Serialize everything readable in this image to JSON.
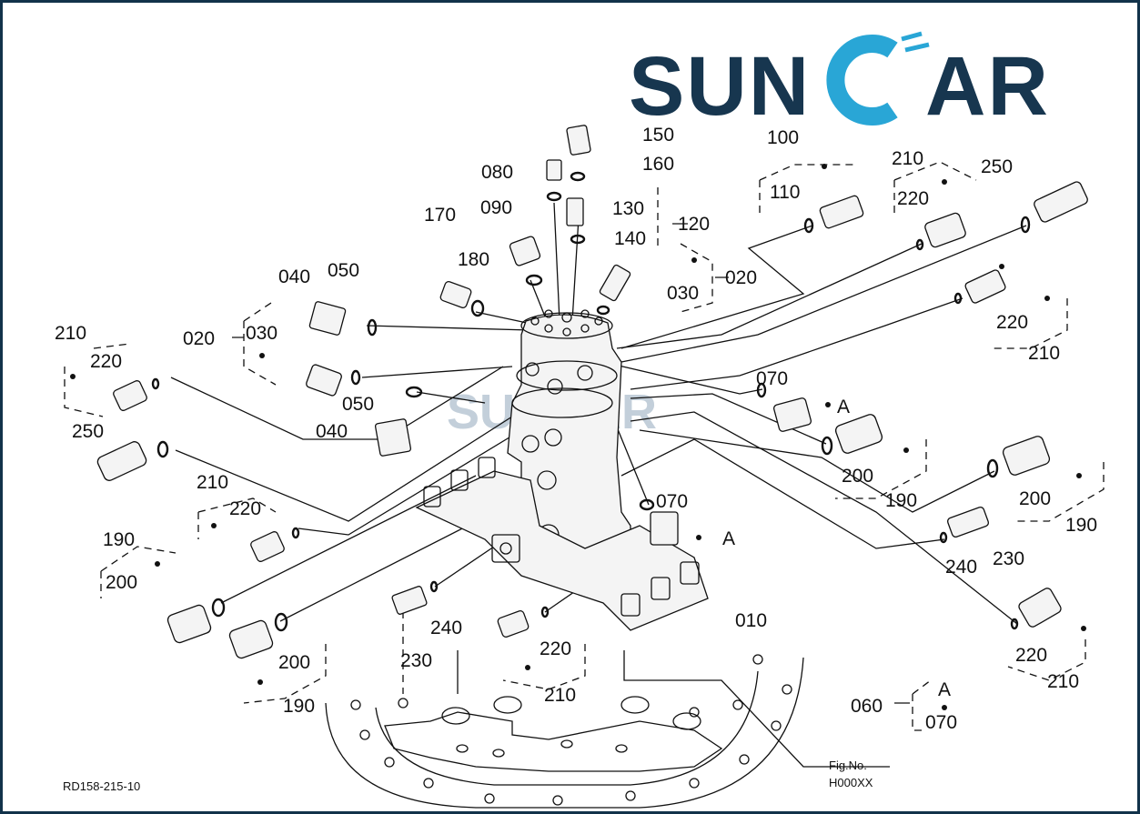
{
  "logo": {
    "text_left": "SUN",
    "text_right": "AR",
    "brand_color": "#17364f",
    "accent_color": "#29a6d6"
  },
  "watermark": "SUNCAR",
  "drawing_code": "RD158-215-10",
  "fig_no_label": "Fig.No.",
  "fig_no_value": "H000XX",
  "callouts": {
    "c150": "150",
    "c160": "160",
    "c080": "080",
    "c090": "090",
    "c130": "130",
    "c140": "140",
    "c120": "120",
    "c170": "170",
    "c180": "180",
    "c020a": "020",
    "c030a": "030",
    "c040a": "040",
    "c050a": "050",
    "c020b": "020",
    "c030b": "030",
    "c210a": "210",
    "c220a": "220",
    "c250a": "250",
    "c050b": "050",
    "c040b": "040",
    "c210b": "210",
    "c220b": "220",
    "c190a": "190",
    "c200a": "200",
    "c200b": "200",
    "c190b": "190",
    "c230a": "230",
    "c240a": "240",
    "c220c": "220",
    "c210c": "210",
    "c100": "100",
    "c110": "110",
    "c210d": "210",
    "c220d": "220",
    "c250b": "250",
    "c220e": "220",
    "c210e": "210",
    "c070a": "070",
    "cA1": "A",
    "c200c": "200",
    "c190c": "190",
    "c070b": "070",
    "cA2": "A",
    "c200d": "200",
    "c190d": "190",
    "c240b": "240",
    "c230b": "230",
    "c010": "010",
    "c220f": "220",
    "c210f": "210",
    "c060": "060",
    "cA3": "A",
    "c070c": "070"
  }
}
